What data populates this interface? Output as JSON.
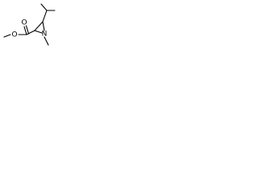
{
  "molecule": {
    "atoms": {
      "carbonyl_oxygen": "O",
      "ester_oxygen": "O",
      "ring_nitrogen": "N"
    }
  }
}
